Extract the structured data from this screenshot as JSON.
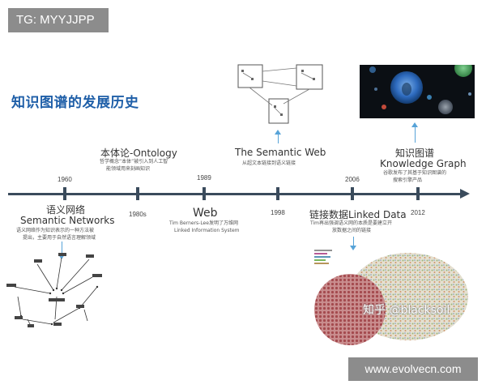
{
  "tag": "TG: MYYJJPP",
  "title": "知识图谱的发展历史",
  "years": {
    "y1960": "1960",
    "y1980s": "1980s",
    "y1989": "1989",
    "y1998": "1998",
    "y2006": "2006",
    "y2012": "2012"
  },
  "ontology": {
    "title": "本体论-Ontology",
    "desc_line1": "哲学概念“本体”被引入到人工智",
    "desc_line2": "能领域用来刻画知识"
  },
  "semantic_networks": {
    "title_cn": "语义网络",
    "title_en": "Semantic Networks",
    "desc_line1": "语义网络作为知识表示的一种方法被",
    "desc_line2": "提出，主要用于自然语言理解领域"
  },
  "web": {
    "title": "Web",
    "desc_line1": "Tim Berners-Lee发明了万维网",
    "desc_line2": "Linked Information System"
  },
  "semantic_web": {
    "title": "The Semantic Web",
    "desc": "从超文本链接到语义链接"
  },
  "linked_data": {
    "title": "链接数据Linked Data",
    "desc_line1": "Tim再出强调语义网的本质是要建立开",
    "desc_line2": "放数据之间的链接"
  },
  "knowledge_graph": {
    "title_cn": "知识图谱",
    "title_en": "Knowledge Graph",
    "desc_line1": "谷歌发布了其基于知识图谱的",
    "desc_line2": "搜索引擎产品"
  },
  "watermark": "知乎 @blacksoil",
  "url_badge": "www.evolvecn.com",
  "colors": {
    "title_blue": "#1f5fa8",
    "timeline": "#3a4b5c",
    "pointer_blue": "#57a3d8"
  }
}
